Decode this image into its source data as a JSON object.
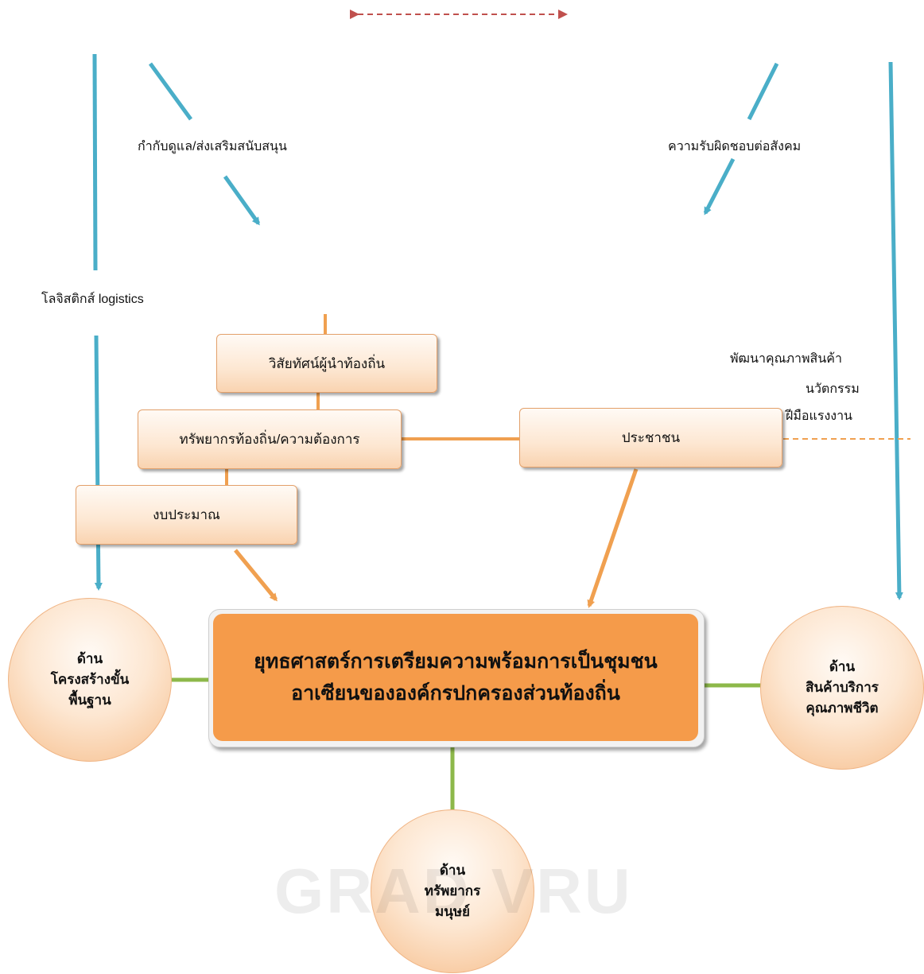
{
  "arrow_labels": {
    "top_left": "กำกับดูแล/ส่งเสริมสนับสนุน",
    "top_right": "ความรับผิดชอบต่อสังคม",
    "left": "โลจิสติกส์ logistics",
    "right_line1": "พัฒนาคุณภาพสินค้า",
    "right_line2": "นวัตกรรม",
    "right_line3": "ฝีมือแรงงาน"
  },
  "boxes": {
    "vision": "วิสัยทัศน์ผู้นำท้องถิ่น",
    "resources": "ทรัพยากรท้องถิ่น/ความต้องการ",
    "budget": "งบประมาณ",
    "people": "ประชาชน"
  },
  "center": {
    "line1": "ยุทธศาสตร์การเตรียมความพร้อมการเป็นชุมชน",
    "line2": "อาเซียนขององค์กรปกครองส่วนท้องถิ่น"
  },
  "circles": {
    "infrastructure": {
      "line1": "ด้าน",
      "line2": "โครงสร้างขั้น",
      "line3": "พื้นฐาน"
    },
    "products": {
      "line1": "ด้าน",
      "line2": "สินค้าบริการ",
      "line3": "คุณภาพชีวิต"
    },
    "human": {
      "line1": "ด้าน",
      "line2": "ทรัพยากร",
      "line3": "มนุษย์"
    }
  },
  "watermark": "GRAD VRU",
  "colors": {
    "teal": "#4aaec8",
    "orange_line": "#f0a050",
    "green_line": "#8db84a",
    "red_dash": "#c0504d",
    "center_fill": "#f59b4a"
  }
}
